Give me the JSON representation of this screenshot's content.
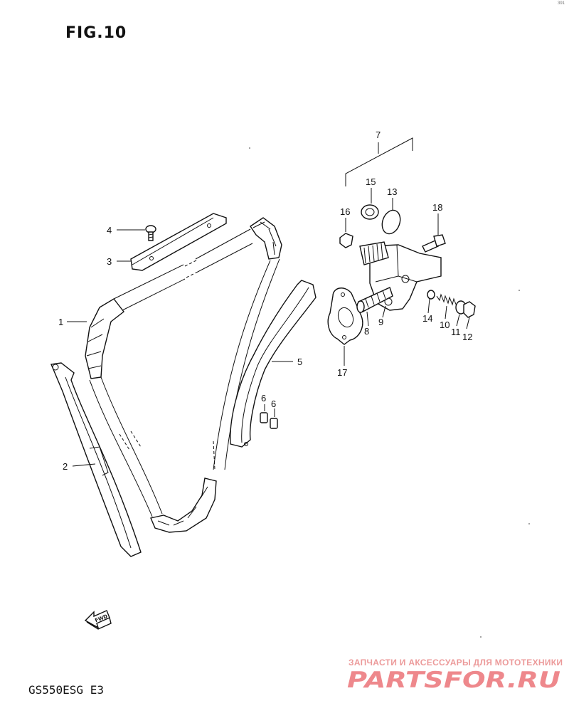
{
  "figure": {
    "title": "FIG.10",
    "model": "GS550ESG  E3",
    "corner_mark": "391"
  },
  "callouts": {
    "c1": "1",
    "c2": "2",
    "c3": "3",
    "c4": "4",
    "c5": "5",
    "c6a": "6",
    "c6b": "6",
    "c7": "7",
    "c8": "8",
    "c9": "9",
    "c10": "10",
    "c11": "11",
    "c12": "12",
    "c13": "13",
    "c14": "14",
    "c15": "15",
    "c16": "16",
    "c17": "17",
    "c18": "18"
  },
  "fwd_label": "FWD",
  "watermark": {
    "text": "ЗАПЧАСТИ И АКСЕССУАРЫ ДЛЯ МОТОТЕХНИКИ",
    "logo": "PARTSFOR.RU",
    "color": "#e0262e"
  }
}
